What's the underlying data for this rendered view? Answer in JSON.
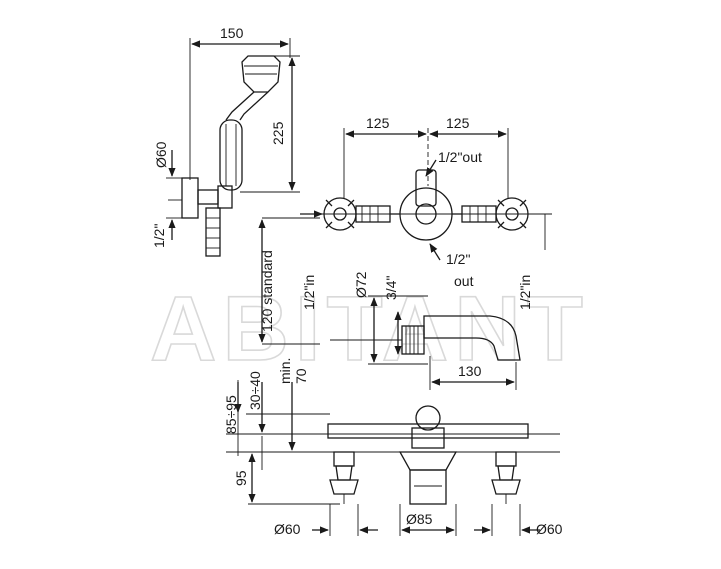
{
  "watermark": "ABITANT",
  "dimensions": {
    "shower_width": "150",
    "shower_height": "225",
    "holder_diameter": "Ø60",
    "holder_inlet": "1/2\"",
    "valve_left_spacing": "125",
    "valve_right_spacing": "125",
    "outlet_top": "1/2\"out",
    "outlet_bottom": "1/2\"",
    "outlet_bottom_word": "out",
    "left_inlet": "1/2\"in",
    "right_inlet": "1/2\"in",
    "standard_spacing": "120 standard",
    "spout_diameter": "Ø72",
    "spout_thread": "3/4\"",
    "spout_length": "130",
    "range_upper": "85÷95",
    "range_lower": "30÷40",
    "min_label": "min.",
    "min_value": "70",
    "deck_height": "95",
    "left_base": "Ø60",
    "center_base": "Ø85",
    "right_base": "Ø60"
  }
}
